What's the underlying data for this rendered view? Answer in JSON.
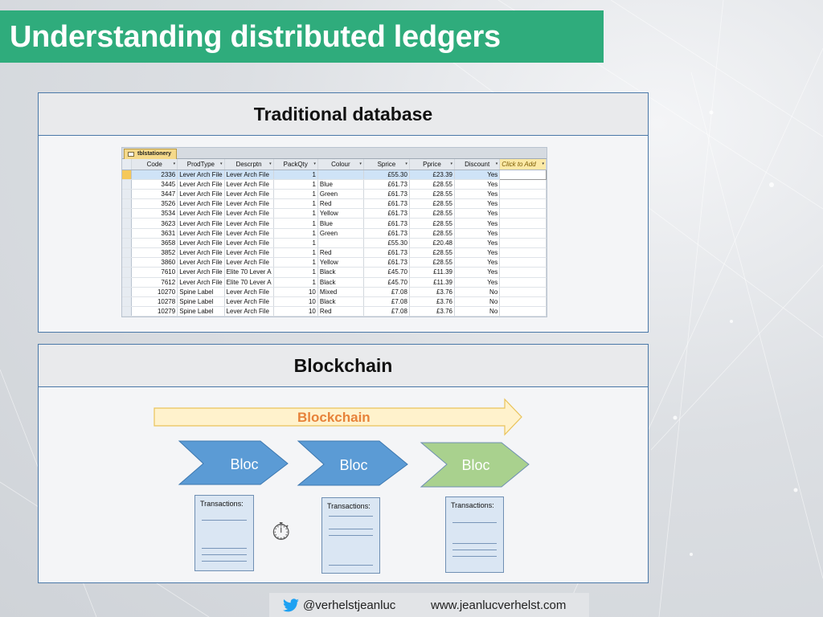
{
  "slide": {
    "title": "Understanding distributed ledgers",
    "colors": {
      "title_bg": "#2fac7c",
      "panel_border": "#4a78a8",
      "bloc_blue": "#5b9bd5",
      "bloc_green": "#a9d18e",
      "arrow_fill": "#fff2cc",
      "arrow_text": "#e7823a"
    }
  },
  "database_panel": {
    "heading": "Traditional database",
    "table": {
      "tab_name": "tblstationery",
      "columns": [
        "Code",
        "ProdType",
        "Descrptn",
        "PackQty",
        "Colour",
        "Sprice",
        "Pprice",
        "Discount",
        "Click to Add"
      ],
      "rows": [
        [
          "2336",
          "Lever Arch File",
          "Lever Arch File",
          "1",
          "",
          "£55.30",
          "£23.39",
          "Yes"
        ],
        [
          "3445",
          "Lever Arch File",
          "Lever Arch File",
          "1",
          "Blue",
          "£61.73",
          "£28.55",
          "Yes"
        ],
        [
          "3447",
          "Lever Arch File",
          "Lever Arch File",
          "1",
          "Green",
          "£61.73",
          "£28.55",
          "Yes"
        ],
        [
          "3526",
          "Lever Arch File",
          "Lever Arch File",
          "1",
          "Red",
          "£61.73",
          "£28.55",
          "Yes"
        ],
        [
          "3534",
          "Lever Arch File",
          "Lever Arch File",
          "1",
          "Yellow",
          "£61.73",
          "£28.55",
          "Yes"
        ],
        [
          "3623",
          "Lever Arch File",
          "Lever Arch File",
          "1",
          "Blue",
          "£61.73",
          "£28.55",
          "Yes"
        ],
        [
          "3631",
          "Lever Arch File",
          "Lever Arch File",
          "1",
          "Green",
          "£61.73",
          "£28.55",
          "Yes"
        ],
        [
          "3658",
          "Lever Arch File",
          "Lever Arch File",
          "1",
          "",
          "£55.30",
          "£20.48",
          "Yes"
        ],
        [
          "3852",
          "Lever Arch File",
          "Lever Arch File",
          "1",
          "Red",
          "£61.73",
          "£28.55",
          "Yes"
        ],
        [
          "3860",
          "Lever Arch File",
          "Lever Arch File",
          "1",
          "Yellow",
          "£61.73",
          "£28.55",
          "Yes"
        ],
        [
          "7610",
          "Lever Arch File",
          "Elite 70 Lever A",
          "1",
          "Black",
          "£45.70",
          "£11.39",
          "Yes"
        ],
        [
          "7612",
          "Lever Arch File",
          "Elite 70 Lever A",
          "1",
          "Black",
          "£45.70",
          "£11.39",
          "Yes"
        ],
        [
          "10270",
          "Spine Label",
          "Lever Arch File",
          "10",
          "Mixed",
          "£7.08",
          "£3.76",
          "No"
        ],
        [
          "10278",
          "Spine Label",
          "Lever Arch File",
          "10",
          "Black",
          "£7.08",
          "£3.76",
          "No"
        ],
        [
          "10279",
          "Spine Label",
          "Lever Arch File",
          "10",
          "Red",
          "£7.08",
          "£3.76",
          "No"
        ]
      ]
    }
  },
  "blockchain_panel": {
    "heading": "Blockchain",
    "arrow_label": "Blockchain",
    "blocks": [
      {
        "label": "Bloc",
        "color": "#5b9bd5"
      },
      {
        "label": "Bloc",
        "color": "#5b9bd5"
      },
      {
        "label": "Bloc",
        "color": "#a9d18e"
      }
    ],
    "cards": [
      {
        "title": "Transactions:"
      },
      {
        "title": "Transactions:"
      },
      {
        "title": "Transactions:"
      }
    ],
    "timer_icon": "stopwatch-icon"
  },
  "footer": {
    "handle": "@verhelstjeanluc",
    "website": "www.jeanlucverhelst.com",
    "social_icon": "twitter-bird-icon"
  }
}
